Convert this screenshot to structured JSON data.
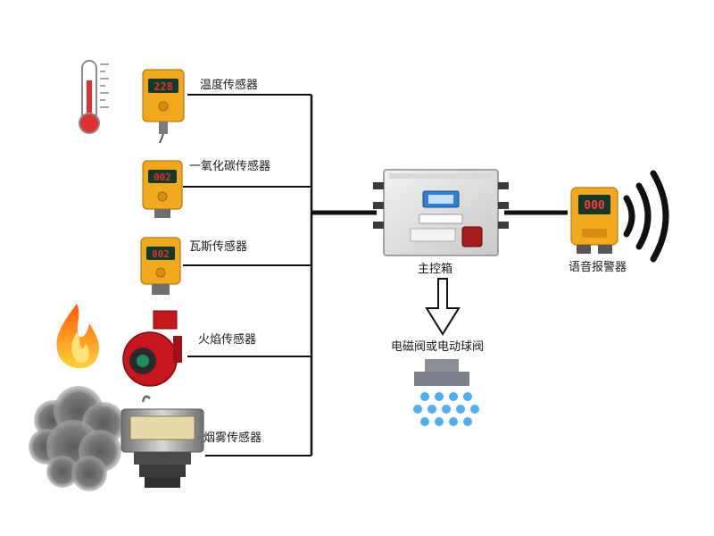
{
  "sensors": [
    {
      "label": "温度传感器",
      "display": "228"
    },
    {
      "label": "一氧化碳传感器",
      "display": "002"
    },
    {
      "label": "瓦斯传感器",
      "display": "002"
    },
    {
      "label": "火焰传感器"
    },
    {
      "label": "烟雾传感器"
    }
  ],
  "controller": {
    "label": "主控箱"
  },
  "alarm": {
    "label": "语音报警器",
    "display": "000"
  },
  "valve": {
    "label": "电磁阀或电动球阀"
  },
  "colors": {
    "sensor_body": "#f2a81d",
    "lcd_bg": "#123a2a",
    "lcd_digit": "#e03030",
    "alarm_digit": "#ff3b3b",
    "line": "#111111",
    "flame_red": "#c8161d",
    "water": "#4ab0ee"
  }
}
